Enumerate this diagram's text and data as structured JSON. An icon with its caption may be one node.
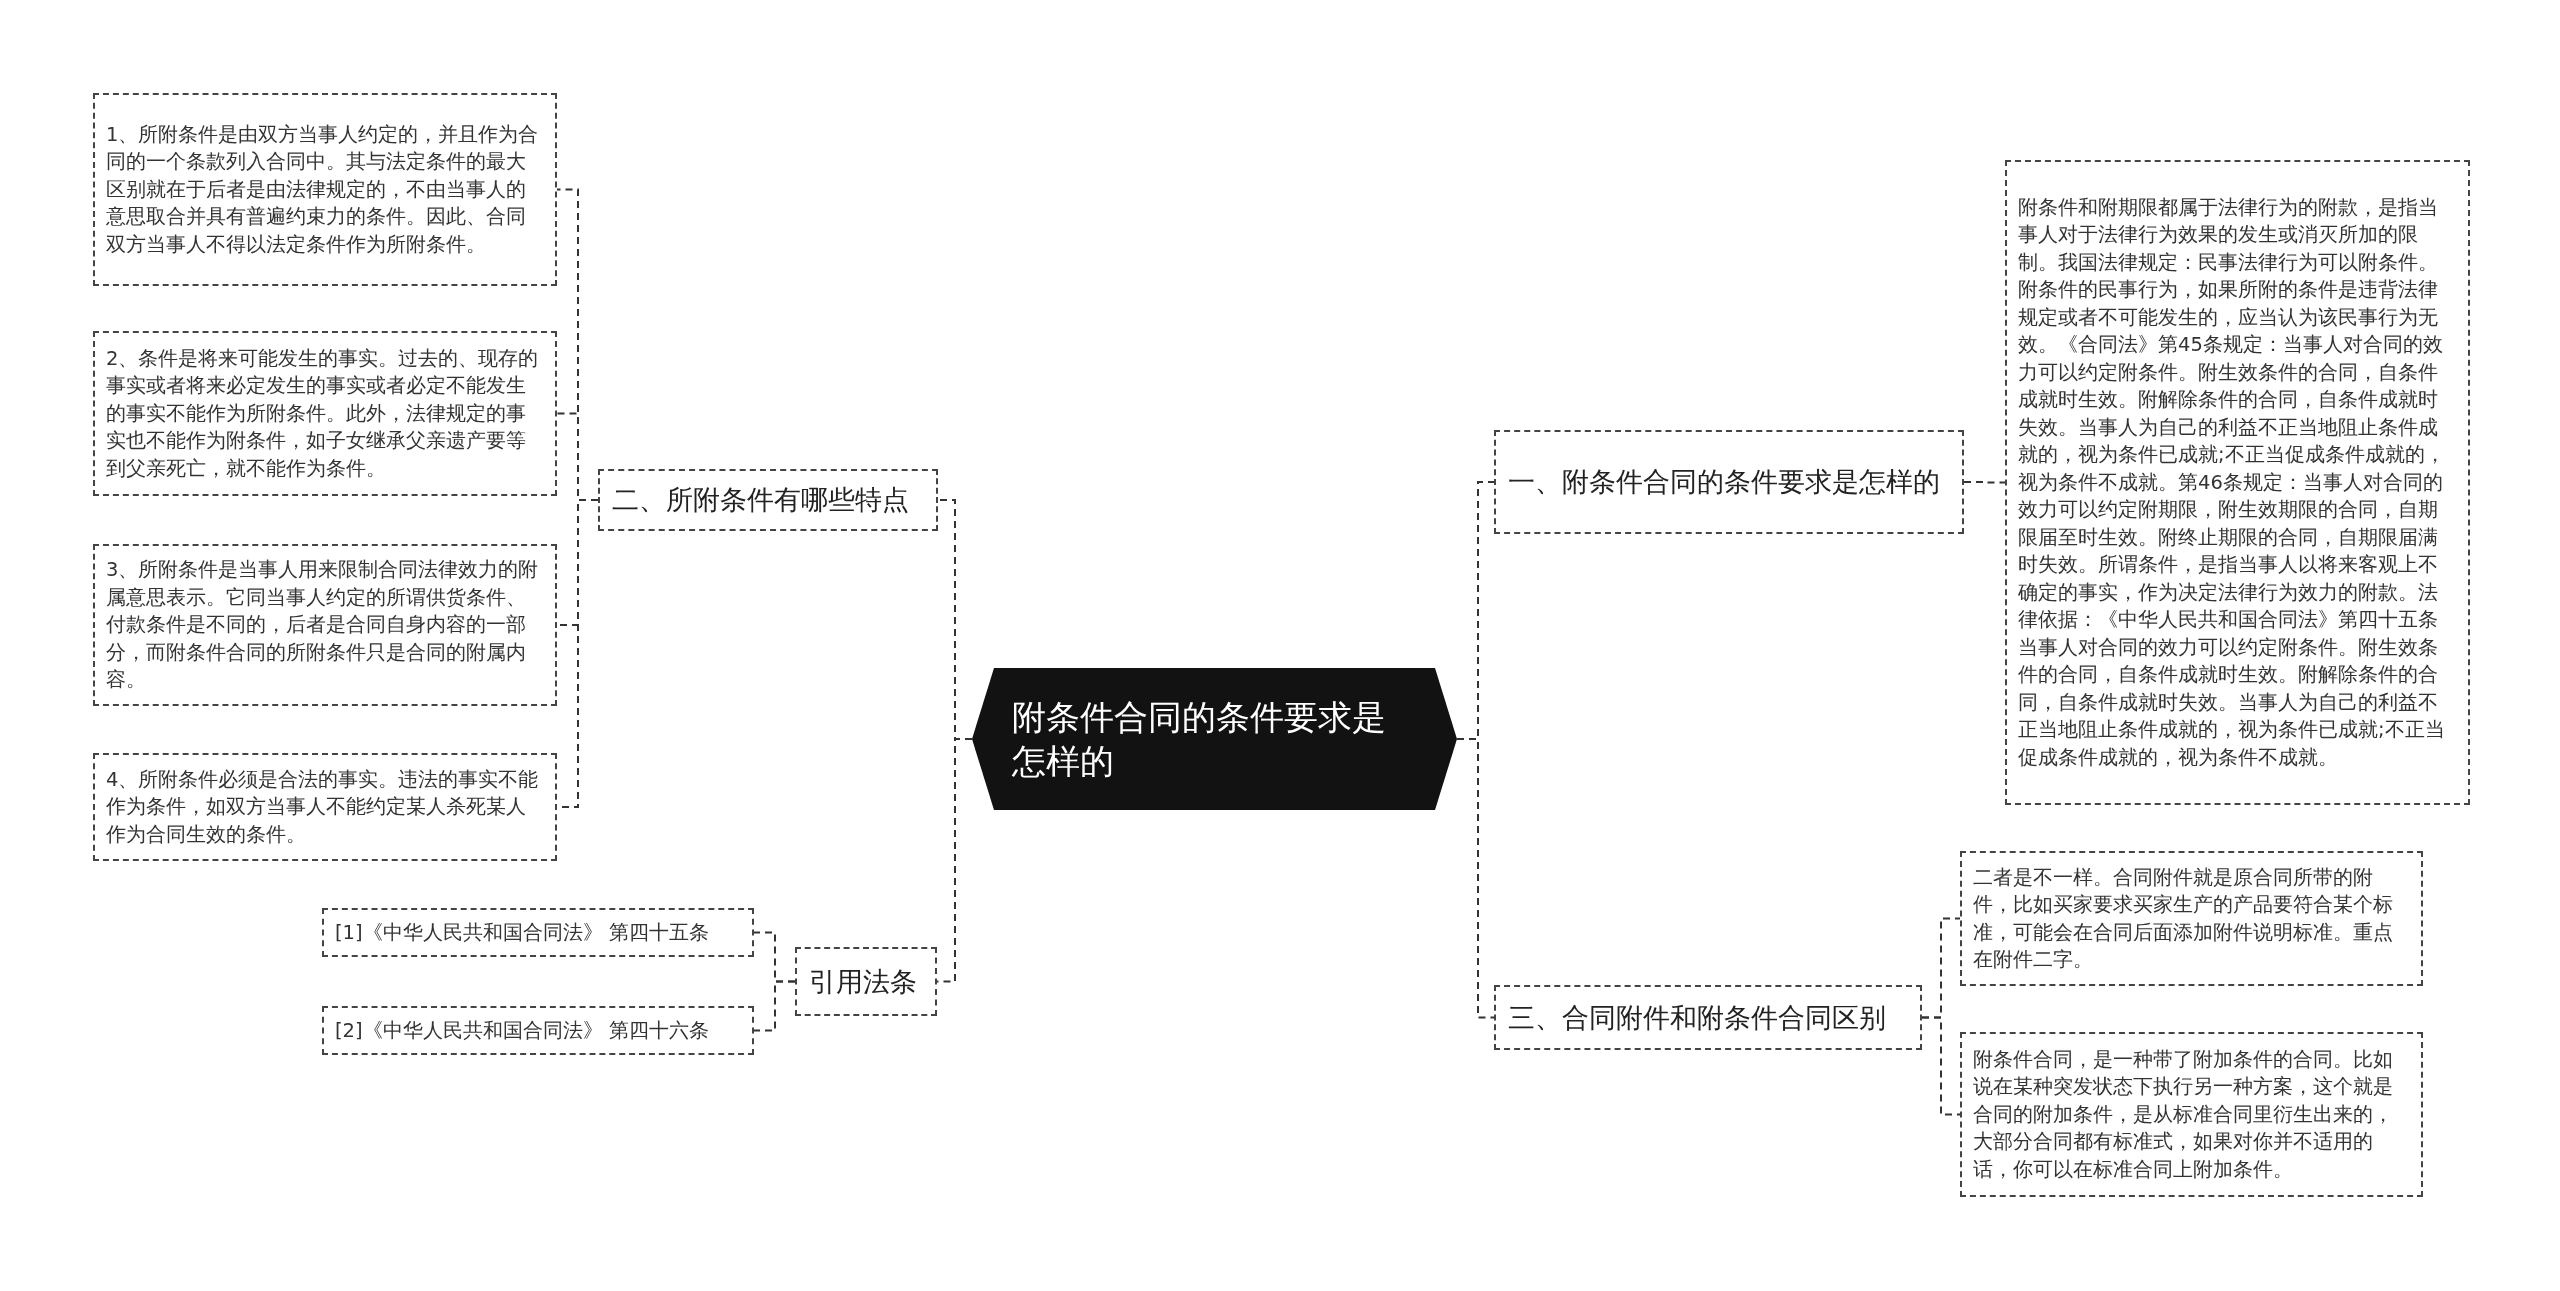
{
  "diagram": {
    "nodes": [
      {
        "text": [
          "附条件合同的条件要求是怎样的"
        ]
      },
      {
        "text": [
          "一、附条件合同的条件要求是怎样的"
        ]
      },
      {
        "text": [
          "附条件和附期限都属于法律行为的附款，是指当事人对于法律行为效果的发生或消灭所加的限制。我国法律规定：民事法律行为可以附条件。附条件的民事行为，如果所附的条件是违背法律规定或者不可能发生的，应当认为该民事行为无效。《合同法》第45条规定：当事人对合同的效力可以约定附条件。附生效条件的合同，自条件成就时生效。附解除条件的合同，自条件成就时失效。当事人为自己的利益不正当地阻止条件成就的，视为条件已成就;不正当促成条件成就的，视为条件不成就。第46条规定：当事人对合同的效力可以约定附期限，附生效期限的合同，自期限届至时生效。附终止期限的合同，自期限届满时失效。所谓条件，是指当事人以将来客观上不确定的事实，作为决定法律行为效力的附款。法律依据：《中华人民共和国合同法》第四十五条当事人对合同的效力可以约定附条件。附生效条件的合同，自条件成就时生效。附解除条件的合同，自条件成就时失效。当事人为自己的利益不正当地阻止条件成就的，视为条件已成就;不正当促成条件成就的，视为条件不成就。"
        ]
      },
      {
        "text": [
          "二、所附条件有哪些特点"
        ]
      },
      {
        "text": [
          "1、所附条件是由双方当事人约定的，并且作为合同的一个条款列入合同中。其与法定条件的最大区别就在于后者是由法律规定的，不由当事人的意思取合并具有普遍约束力的条件。因此、合同双方当事人不得以法定条件作为所附条件。"
        ]
      },
      {
        "text": [
          "2、条件是将来可能发生的事实。过去的、现存的事实或者将来必定发生的事实或者必定不能发生的事实不能作为所附条件。此外，法律规定的事实也不能作为附条件，如子女继承父亲遗产要等到父亲死亡，就不能作为条件。"
        ]
      },
      {
        "text": [
          "3、所附条件是当事人用来限制合同法律效力的附属意思表示。它同当事人约定的所谓供货条件、付款条件是不同的，后者是合同自身内容的一部分，而附条件合同的所附条件只是合同的附属内容。"
        ]
      },
      {
        "text": [
          "4、所附条件必须是合法的事实。违法的事实不能作为条件，如双方当事人不能约定某人杀死某人作为合同生效的条件。"
        ]
      },
      {
        "text": [
          "三、合同附件和附条件合同区别"
        ]
      },
      {
        "text": [
          "二者是不一样。合同附件就是原合同所带的附件，比如买家要求买家生产的产品要符合某个标准，可能会在合同后面添加附件说明标准。重点在附件二字。"
        ]
      },
      {
        "text": [
          "附条件合同，是一种带了附加条件的合同。比如说在某种突发状态下执行另一种方案，这个就是合同的附加条件，是从标准合同里衍生出来的，大部分合同都有标准式，如果对你并不适用的话，你可以在标准合同上附加条件。"
        ]
      },
      {
        "text": [
          "引用法条"
        ]
      },
      {
        "text": [
          "[1]《中华人民共和国合同法》 第四十五条"
        ]
      },
      {
        "text": [
          "[2]《中华人民共和国合同法》 第四十六条"
        ]
      }
    ],
    "edges": [
      {
        "from": 0,
        "to": 1,
        "arrow": "none",
        "style": "dashed"
      },
      {
        "from": 1,
        "to": 2,
        "arrow": "none",
        "style": "dashed"
      },
      {
        "from": 0,
        "to": 3,
        "arrow": "none",
        "style": "dashed"
      },
      {
        "from": 3,
        "to": 4,
        "arrow": "none",
        "style": "dashed"
      },
      {
        "from": 3,
        "to": 5,
        "arrow": "none",
        "style": "dashed"
      },
      {
        "from": 3,
        "to": 6,
        "arrow": "none",
        "style": "dashed"
      },
      {
        "from": 3,
        "to": 7,
        "arrow": "none",
        "style": "dashed"
      },
      {
        "from": 0,
        "to": 8,
        "arrow": "none",
        "style": "dashed"
      },
      {
        "from": 8,
        "to": 9,
        "arrow": "none",
        "style": "dashed"
      },
      {
        "from": 8,
        "to": 10,
        "arrow": "none",
        "style": "dashed"
      },
      {
        "from": 0,
        "to": 11,
        "arrow": "none",
        "style": "dashed"
      },
      {
        "from": 11,
        "to": 12,
        "arrow": "none",
        "style": "dashed"
      },
      {
        "from": 11,
        "to": 13,
        "arrow": "none",
        "style": "dashed"
      }
    ]
  }
}
